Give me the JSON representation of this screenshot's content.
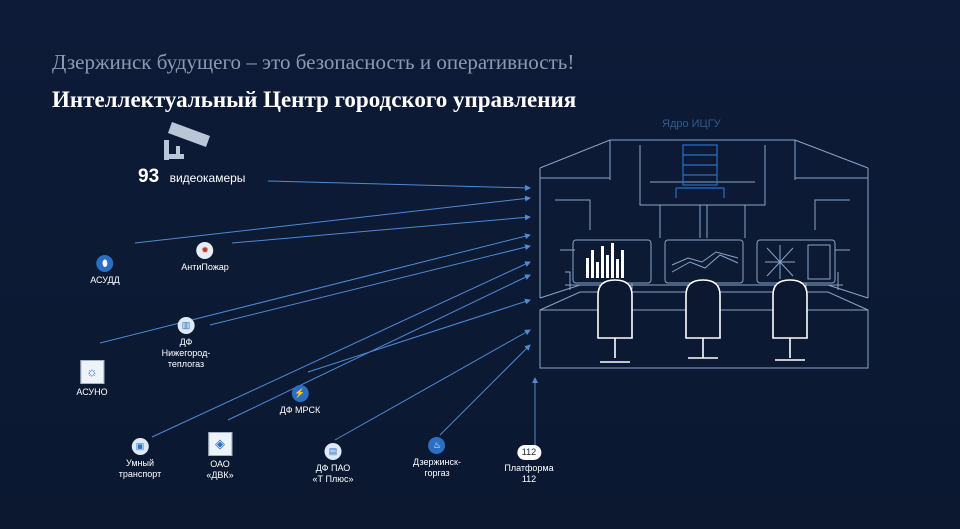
{
  "header": {
    "subtitle": "Дзержинск будущего – это безопасность и оперативность!",
    "title": "Интеллектуальный Центр городского управления"
  },
  "core": {
    "label": "Ядро ИЦГУ",
    "icon": "server-rack-icon"
  },
  "cameras": {
    "count": "93",
    "label": "видеокамеры",
    "icon": "cctv-camera-icon"
  },
  "sources": [
    {
      "id": "asudd",
      "lines": [
        "АСУДД"
      ],
      "icon": "traffic-light-icon",
      "glyph": "⬮"
    },
    {
      "id": "antipozhar",
      "lines": [
        "АнтиПожар"
      ],
      "icon": "fire-alarm-icon",
      "glyph": "✹"
    },
    {
      "id": "df-nizhegorodteplogaz",
      "lines": [
        "ДФ",
        "Нижегород-",
        "теплогаз"
      ],
      "icon": "building-icon",
      "glyph": "▥"
    },
    {
      "id": "asuno",
      "lines": [
        "АСУНО"
      ],
      "icon": "lightbulb-icon",
      "glyph": "☼"
    },
    {
      "id": "df-mrsk",
      "lines": [
        "ДФ МРСК"
      ],
      "icon": "lightning-icon",
      "glyph": "⚡"
    },
    {
      "id": "umny-transport",
      "lines": [
        "Умный",
        "транспорт"
      ],
      "icon": "bus-icon",
      "glyph": "▣"
    },
    {
      "id": "oao-dvk",
      "lines": [
        "ОАО",
        "«ДВК»"
      ],
      "icon": "water-utility-icon",
      "glyph": "◈"
    },
    {
      "id": "df-pao-t-plus",
      "lines": [
        "ДФ ПАО",
        "«Т Плюс»"
      ],
      "icon": "heating-icon",
      "glyph": "▤"
    },
    {
      "id": "dzerzhinskgorgaz",
      "lines": [
        "Дзержинск-",
        "горгаз"
      ],
      "icon": "gas-flame-icon",
      "glyph": "♨"
    },
    {
      "id": "platforma-112",
      "lines": [
        "Платформа",
        "112"
      ],
      "icon": "emergency-112-icon",
      "glyph": "112"
    }
  ],
  "colors": {
    "background": "#0c1a36",
    "line": "#4d8ad6",
    "room_stroke": "#8aa4c8",
    "core_accent": "#2a6fc4"
  }
}
